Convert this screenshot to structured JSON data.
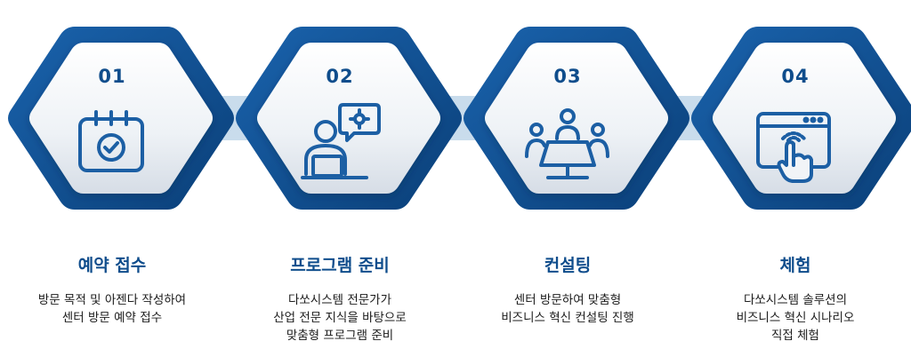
{
  "colors": {
    "navy": "#0b4a8a",
    "accent": "#1c5fa4",
    "connector": "#c9dcec",
    "face": "#f1f4f7",
    "text": "#1b1b1b"
  },
  "steps": [
    {
      "number": "01",
      "title": "예약 접수",
      "icon": "calendar-check-icon",
      "desc": [
        "방문 목적 및 아젠다 작성하여",
        "센터 방문 예약 접수"
      ]
    },
    {
      "number": "02",
      "title": "프로그램 준비",
      "icon": "person-laptop-gear-icon",
      "desc": [
        "다쏘시스템 전문가가",
        "산업 전문 지식을 바탕으로",
        "맞춤형 프로그램 준비"
      ]
    },
    {
      "number": "03",
      "title": "컨설팅",
      "icon": "meeting-table-icon",
      "desc": [
        "센터 방문하여 맞춤형",
        "비즈니스 혁신 컨설팅 진행"
      ]
    },
    {
      "number": "04",
      "title": "체험",
      "icon": "browser-touch-icon",
      "desc": [
        "다쏘시스템 솔루션의",
        "비즈니스 혁신 시나리오",
        "직접 체험"
      ]
    }
  ]
}
